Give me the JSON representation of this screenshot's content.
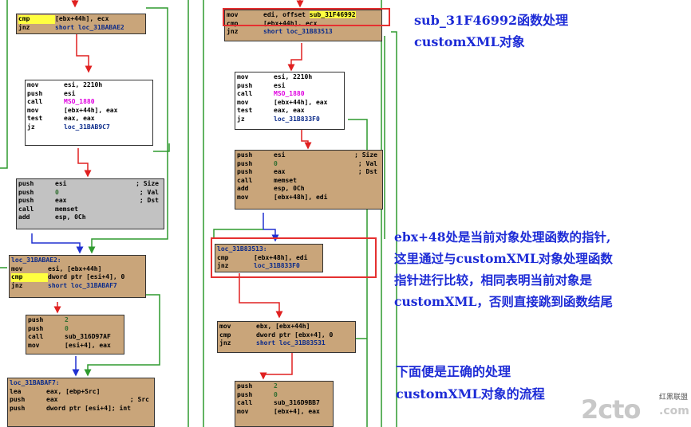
{
  "left_graph": {
    "node_top": [
      {
        "mnemonic": "cmp",
        "operand": "[ebx+44h], ecx",
        "comment": ""
      },
      {
        "mnemonic": "jnz",
        "operand": "short loc_31BABAE2",
        "comment": ""
      }
    ],
    "node_call": [
      {
        "mnemonic": "mov",
        "operand": "esi, 2210h",
        "comment": ""
      },
      {
        "mnemonic": "push",
        "operand": "esi",
        "comment": ""
      },
      {
        "mnemonic": "call",
        "operand": "MSO_1880",
        "comment": ""
      },
      {
        "mnemonic": "mov",
        "operand": "[ebx+44h], eax",
        "comment": ""
      },
      {
        "mnemonic": "test",
        "operand": "eax, eax",
        "comment": ""
      },
      {
        "mnemonic": "jz",
        "operand": "loc_31BAB9C7",
        "comment": ""
      }
    ],
    "node_memset": [
      {
        "mnemonic": "push",
        "operand": "esi",
        "comment": "; Size"
      },
      {
        "mnemonic": "push",
        "operand": "0",
        "comment": "; Val"
      },
      {
        "mnemonic": "push",
        "operand": "eax",
        "comment": "; Dst"
      },
      {
        "mnemonic": "call",
        "operand": "memset",
        "comment": ""
      },
      {
        "mnemonic": "add",
        "operand": "esp, 0Ch",
        "comment": ""
      }
    ],
    "node_loc_ae2": {
      "label": "loc_31BABAE2:",
      "lines": [
        {
          "mnemonic": "mov",
          "operand": "esi, [ebx+44h]",
          "comment": ""
        },
        {
          "mnemonic": "cmp",
          "operand": "dword ptr [esi+4], 0",
          "comment": ""
        },
        {
          "mnemonic": "jnz",
          "operand": "short loc_31BABAF7",
          "comment": ""
        }
      ]
    },
    "node_sub316": [
      {
        "mnemonic": "push",
        "operand": "2",
        "comment": ""
      },
      {
        "mnemonic": "push",
        "operand": "0",
        "comment": ""
      },
      {
        "mnemonic": "call",
        "operand": "sub_316D97AF",
        "comment": ""
      },
      {
        "mnemonic": "mov",
        "operand": "[esi+4], eax",
        "comment": ""
      }
    ],
    "node_loc_af7": {
      "label": "loc_31BABAF7:",
      "lines": [
        {
          "mnemonic": "lea",
          "operand": "eax, [ebp+Src]",
          "comment": ""
        },
        {
          "mnemonic": "push",
          "operand": "eax",
          "comment": "; Src"
        },
        {
          "mnemonic": "push",
          "operand": "dword ptr [esi+4]; int",
          "comment": ""
        }
      ]
    }
  },
  "right_graph": {
    "node_top": [
      {
        "mnemonic": "mov",
        "operand": "edi, offset sub_31F46992",
        "comment": ""
      },
      {
        "mnemonic": "cmp",
        "operand": "[ebx+44h], ecx",
        "comment": ""
      },
      {
        "mnemonic": "jnz",
        "operand": "short loc_31B83513",
        "comment": ""
      }
    ],
    "node_call": [
      {
        "mnemonic": "mov",
        "operand": "esi, 2210h",
        "comment": ""
      },
      {
        "mnemonic": "push",
        "operand": "esi",
        "comment": ""
      },
      {
        "mnemonic": "call",
        "operand": "MSO_1880",
        "comment": ""
      },
      {
        "mnemonic": "mov",
        "operand": "[ebx+44h], eax",
        "comment": ""
      },
      {
        "mnemonic": "test",
        "operand": "eax, eax",
        "comment": ""
      },
      {
        "mnemonic": "jz",
        "operand": "loc_31B833F0",
        "comment": ""
      }
    ],
    "node_memset": [
      {
        "mnemonic": "push",
        "operand": "esi",
        "comment": "; Size"
      },
      {
        "mnemonic": "push",
        "operand": "0",
        "comment": "; Val"
      },
      {
        "mnemonic": "push",
        "operand": "eax",
        "comment": "; Dst"
      },
      {
        "mnemonic": "call",
        "operand": "memset",
        "comment": ""
      },
      {
        "mnemonic": "add",
        "operand": "esp, 0Ch",
        "comment": ""
      },
      {
        "mnemonic": "mov",
        "operand": "[ebx+48h], edi",
        "comment": ""
      }
    ],
    "node_loc_513": {
      "label": "loc_31B83513:",
      "lines": [
        {
          "mnemonic": "cmp",
          "operand": "[ebx+48h], edi",
          "comment": ""
        },
        {
          "mnemonic": "jnz",
          "operand": "loc_31B833F0",
          "comment": ""
        }
      ]
    },
    "node_cmp": [
      {
        "mnemonic": "mov",
        "operand": "ebx, [ebx+44h]",
        "comment": ""
      },
      {
        "mnemonic": "cmp",
        "operand": "dword ptr [ebx+4], 0",
        "comment": ""
      },
      {
        "mnemonic": "jnz",
        "operand": "short loc_31B83531",
        "comment": ""
      }
    ],
    "node_sub316": [
      {
        "mnemonic": "push",
        "operand": "2",
        "comment": ""
      },
      {
        "mnemonic": "push",
        "operand": "0",
        "comment": ""
      },
      {
        "mnemonic": "call",
        "operand": "sub_316D9BB7",
        "comment": ""
      },
      {
        "mnemonic": "mov",
        "operand": "[ebx+4], eax",
        "comment": ""
      }
    ]
  },
  "annotations": {
    "a1": [
      "sub_31F46992函数处理",
      "customXML对象"
    ],
    "a2": [
      "ebx+48处是当前对象处理函数的指针,",
      "这里通过与customXML对象处理函数",
      "指针进行比较，相同表明当前对象是",
      "customXML，否则直接跳到函数结尾"
    ],
    "a3": [
      "下面便是正确的处理",
      "customXML对象的流程"
    ]
  },
  "watermark": {
    "main": "2cto",
    "top": "红黑联盟",
    "com": ".com"
  },
  "colors": {
    "node_tan": "#c9a57a",
    "node_grey": "#c2c2c2",
    "edge_green": "#2e9a2e",
    "edge_red": "#e02020",
    "edge_blue": "#2030d0",
    "annotation": "#1d2bd6",
    "highlight": "#ff0000"
  }
}
